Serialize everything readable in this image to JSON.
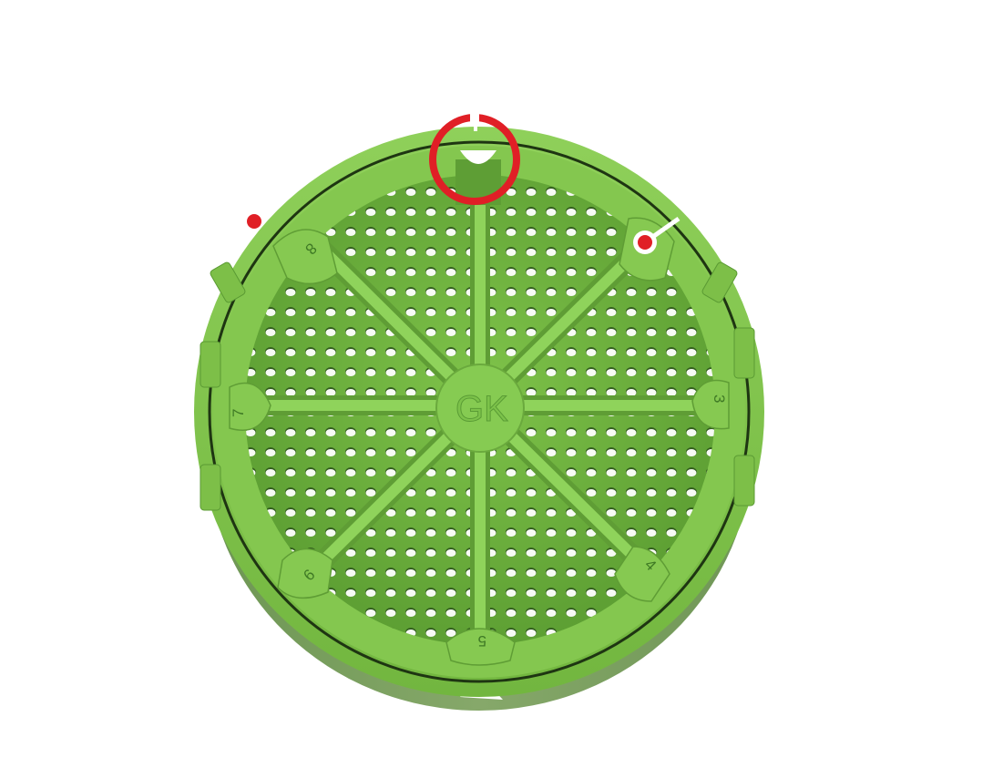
{
  "figure": {
    "subject": "perforated basket insert, top view",
    "compartment_count": 8,
    "compartment_labels": [
      "8",
      "3",
      "7",
      "4",
      "6",
      "5"
    ],
    "center_logo": "GK",
    "colors": {
      "background": "#ffffff",
      "body_light": "#8dce55",
      "body_mid": "#6fb43c",
      "body_dark": "#4f8f2a",
      "rim_shadow": "#2b4a18",
      "base_side": "#7a9a5e",
      "hole": "#ffffff",
      "annotation_red": "#e01f26",
      "annotation_white": "#ffffff"
    }
  },
  "annotations": [
    {
      "type": "circle-callout",
      "target": "top-notch",
      "color": "#e01f26"
    },
    {
      "type": "dot-with-leader",
      "target": "upper-right-lug",
      "color": "#e01f26"
    },
    {
      "type": "dot",
      "target": "upper-left-outside",
      "color": "#e01f26"
    }
  ]
}
